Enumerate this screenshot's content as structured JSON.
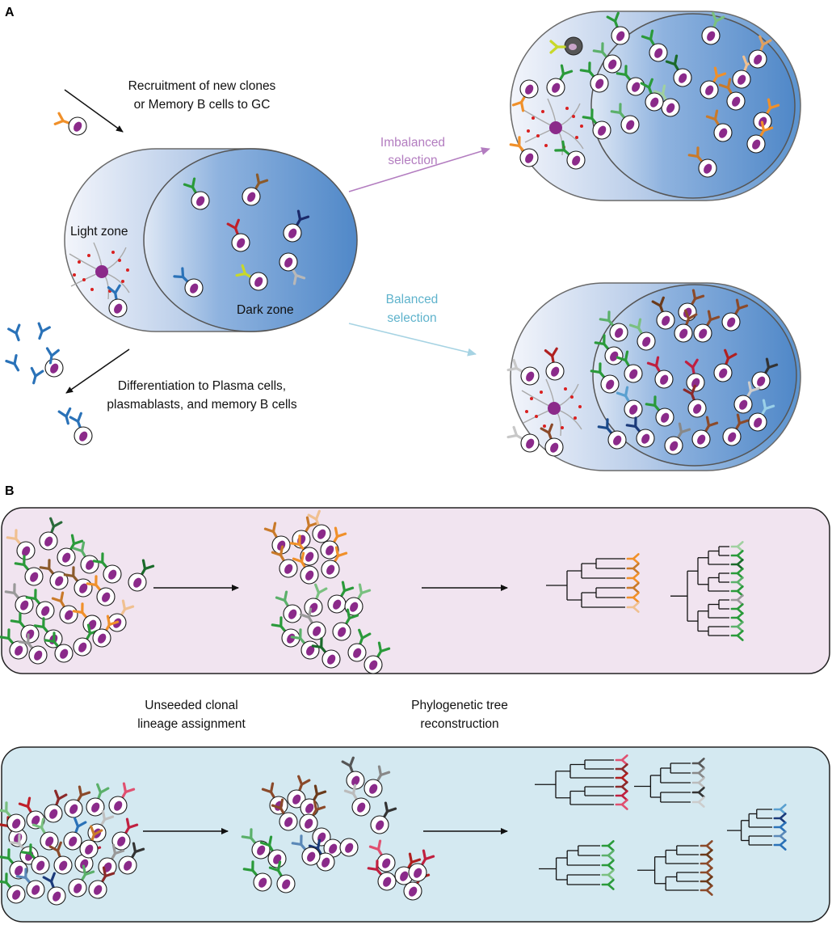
{
  "panels": {
    "a": "A",
    "b": "B"
  },
  "panel_a": {
    "recruitment_line1": "Recruitment of new clones",
    "recruitment_line2": "or Memory B cells to GC",
    "light_zone": "Light zone",
    "dark_zone": "Dark zone",
    "imbalanced_line1": "Imbalanced",
    "imbalanced_line2": "selection",
    "balanced_line1": "Balanced",
    "balanced_line2": "selection",
    "differentiation_line1": "Differentiation to Plasma cells,",
    "differentiation_line2": "plasmablasts, and memory B cells"
  },
  "panel_b": {
    "step1_line1": "Unseeded clonal",
    "step1_line2": "lineage assignment",
    "step2_line1": "Phylogenetic tree",
    "step2_line2": "reconstruction"
  },
  "colors": {
    "nucleus": "#8b2a8a",
    "imbalanced_arrow": "#b37dc0",
    "balanced_arrow": "#a6d3e3",
    "pink_panel": "#f1e4f0",
    "blue_panel": "#d4e9f1",
    "dark_zone": "#5b93cf"
  }
}
